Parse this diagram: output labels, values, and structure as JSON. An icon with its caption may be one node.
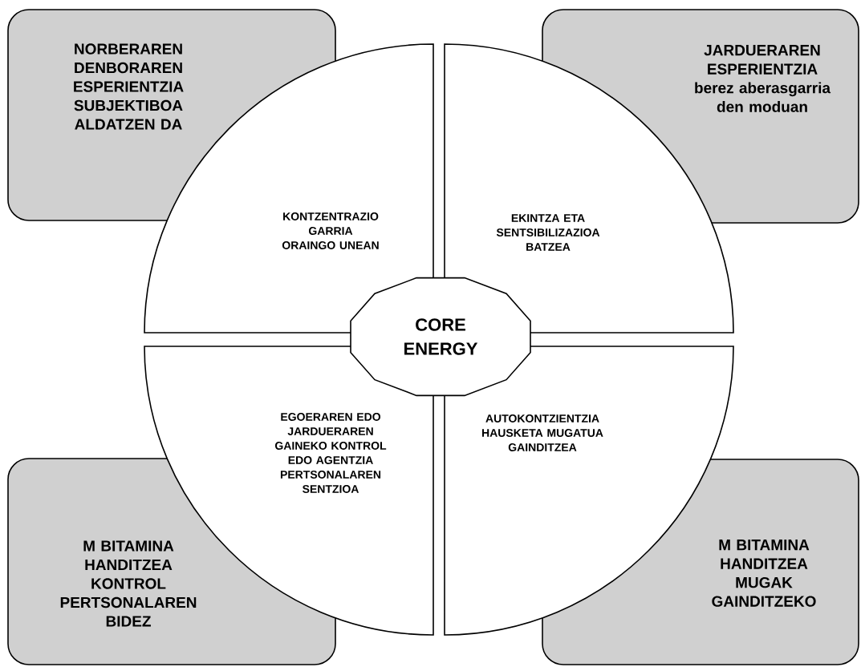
{
  "diagram": {
    "nodes": [
      {
        "text": [
          "NORBERAREN DENBORAREN ESPERIENTZIA SUBJEKTIBOA ALDATZEN DA"
        ]
      },
      {
        "text": [
          "JARDUERAREN ESPERIENTZIA berez aberasgarria den moduan"
        ]
      },
      {
        "text": [
          "KONTZENTRAZIO GARRIA ORAINGO UNEAN"
        ]
      },
      {
        "text": [
          "EKINTZA ETA SENTSIBILIZAZIOA BATZEA"
        ]
      },
      {
        "text": [
          "CORE ENERGY"
        ]
      },
      {
        "text": [
          "EGOERAREN EDO JARDUERAREN GAINEKO KONTROL EDO AGENTZIA PERTSONALAREN SENTZIOA"
        ]
      },
      {
        "text": [
          "AUTOKONTZIENTZIA HAUSKETA MUGATUA GAINDITZEA"
        ]
      },
      {
        "text": [
          "M BITAMINA HANDITZEA KONTROL PERTSONALAREN BIDEZ"
        ]
      },
      {
        "text": [
          "M BITAMINA HANDITZEA MUGAK GAINDITZEKO"
        ]
      }
    ]
  }
}
